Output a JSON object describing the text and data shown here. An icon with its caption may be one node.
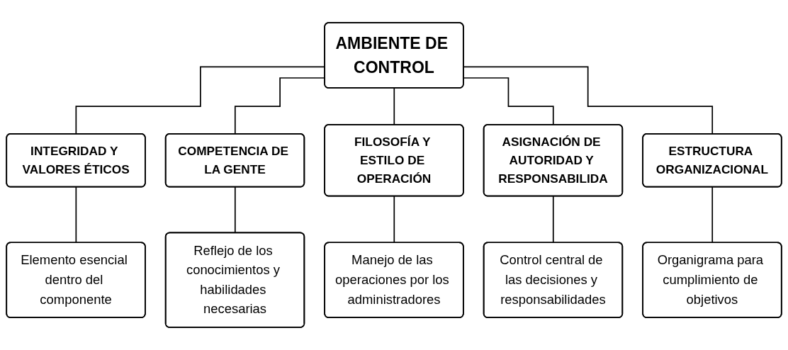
{
  "diagram": {
    "nodes": [
      {
        "text": [
          "AMBIENTE DE CONTROL"
        ]
      },
      {
        "text": [
          "INTEGRIDAD Y VALORES ÉTICOS"
        ]
      },
      {
        "text": [
          "COMPETENCIA DE LA GENTE"
        ]
      },
      {
        "text": [
          "FILOSOFÍA Y ESTILO DE OPERACIÓN"
        ]
      },
      {
        "text": [
          "ASIGNACIÓN DE AUTORIDAD Y RESPONSABILIDA"
        ]
      },
      {
        "text": [
          "ESTRUCTURA ORGANIZACIONAL"
        ]
      },
      {
        "text": [
          "Elemento esencial dentro del componente"
        ]
      },
      {
        "text": [
          "Reflejo de los conocimientos y habilidades necesarias"
        ]
      },
      {
        "text": [
          "Manejo de las operaciones por los administradores"
        ]
      },
      {
        "text": [
          "Control central de las decisiones y responsabilidades"
        ]
      },
      {
        "text": [
          "Organigrama para cumplimiento de objetivos"
        ]
      }
    ],
    "edges": [
      {
        "from": 0,
        "to": 1,
        "arrow": "none"
      },
      {
        "from": 0,
        "to": 2,
        "arrow": "none"
      },
      {
        "from": 0,
        "to": 3,
        "arrow": "none"
      },
      {
        "from": 0,
        "to": 4,
        "arrow": "none"
      },
      {
        "from": 0,
        "to": 5,
        "arrow": "none"
      },
      {
        "from": 1,
        "to": 6,
        "arrow": "none"
      },
      {
        "from": 2,
        "to": 7,
        "arrow": "none"
      },
      {
        "from": 3,
        "to": 8,
        "arrow": "none"
      },
      {
        "from": 4,
        "to": 9,
        "arrow": "none"
      },
      {
        "from": 5,
        "to": 10,
        "arrow": "none"
      }
    ]
  }
}
